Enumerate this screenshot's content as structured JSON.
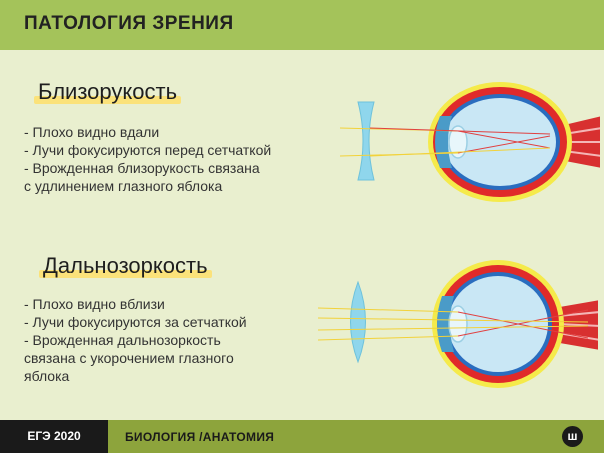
{
  "header": {
    "title": "ПАТОЛОГИЯ ЗРЕНИЯ"
  },
  "myopia": {
    "heading": "Близорукость",
    "items": [
      "- Плохо видно вдали",
      "- Лучи фокусируются перед сетчаткой",
      "- Врожденная близорукость связана",
      "с удлинением глазного яблока"
    ]
  },
  "hyperopia": {
    "heading": "Дальнозоркость",
    "items": [
      "- Плохо видно вблизи",
      "- Лучи фокусируются за сетчаткой",
      "- Врожденная дальнозоркость",
      "связана с укорочением глазного",
      "яблока"
    ]
  },
  "footer": {
    "badge": "ЕГЭ 2020",
    "subject": "БИОЛОГИЯ /АНАТОМИЯ",
    "logo": "ш"
  },
  "colors": {
    "header": "#a4c35a",
    "background": "#e9efcf",
    "footer": "#8da43c",
    "highlight": "#fbe27a",
    "sclera": "#e02a2a",
    "lens": "#8fd6ec",
    "iris": "#4a9bc8"
  }
}
